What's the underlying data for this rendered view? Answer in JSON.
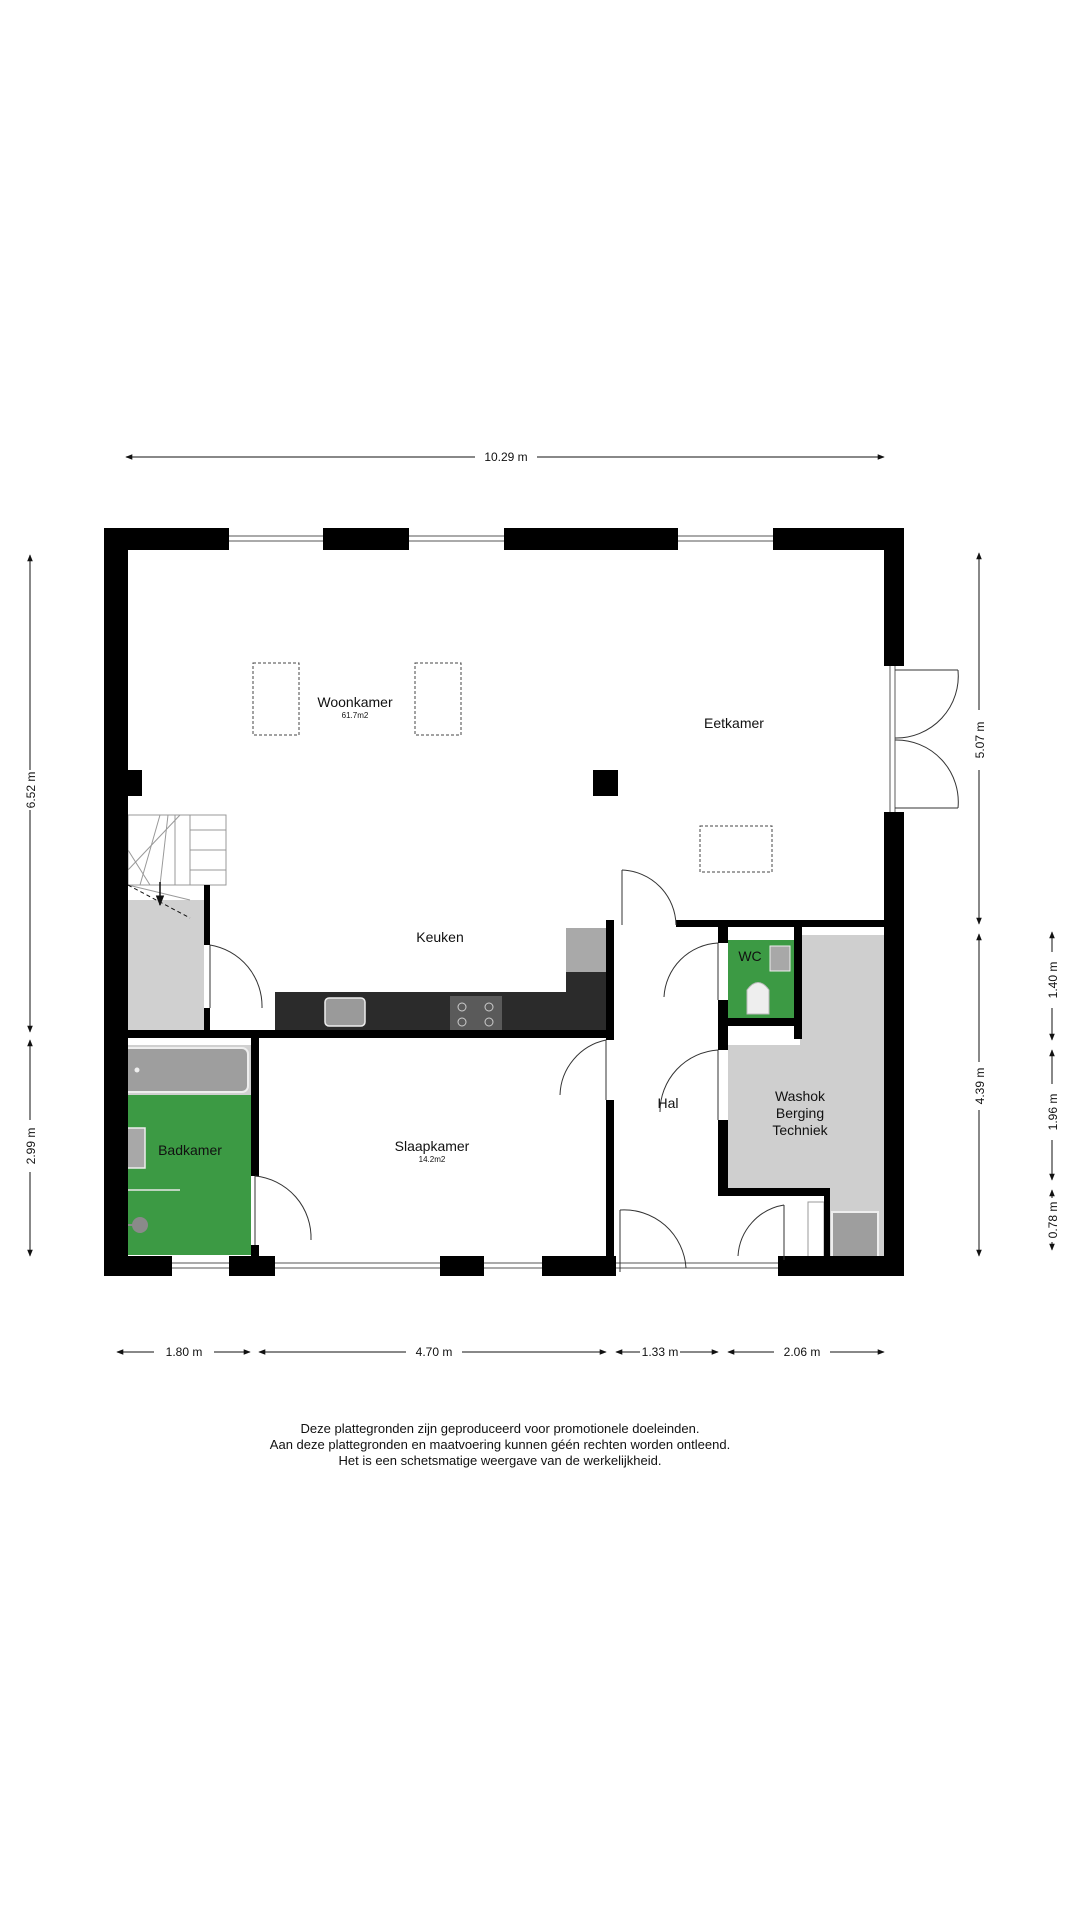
{
  "colors": {
    "wall": "#000000",
    "green": "#3c9a44",
    "grey": "#cfcfcf",
    "counter": "#2b2b2b"
  },
  "rooms": {
    "woonkamer": {
      "name": "Woonkamer",
      "area": "61.7m2"
    },
    "eetkamer": {
      "name": "Eetkamer"
    },
    "keuken": {
      "name": "Keuken"
    },
    "wc": {
      "name": "WC"
    },
    "hal": {
      "name": "Hal"
    },
    "washok": {
      "line1": "Washok",
      "line2": "Berging",
      "line3": "Techniek"
    },
    "badkamer": {
      "name": "Badkamer"
    },
    "slaapkamer": {
      "name": "Slaapkamer",
      "area": "14.2m2"
    }
  },
  "dimensions": {
    "top_width": "10.29 m",
    "left_upper": "6.52 m",
    "left_lower": "2.99 m",
    "right_upper": "5.07 m",
    "right_lower": "4.39 m",
    "far_right_top": "1.40 m",
    "far_right_mid": "1.96 m",
    "far_right_bottom": "0.78 m",
    "bottom_1": "1.80 m",
    "bottom_2": "4.70 m",
    "bottom_3": "1.33 m",
    "bottom_4": "2.06 m"
  },
  "disclaimer": {
    "line1": "Deze plattegronden zijn geproduceerd voor promotionele doeleinden.",
    "line2": "Aan deze plattegronden en maatvoering kunnen géén rechten worden ontleend.",
    "line3": "Het is een schetsmatige weergave van de werkelijkheid."
  }
}
